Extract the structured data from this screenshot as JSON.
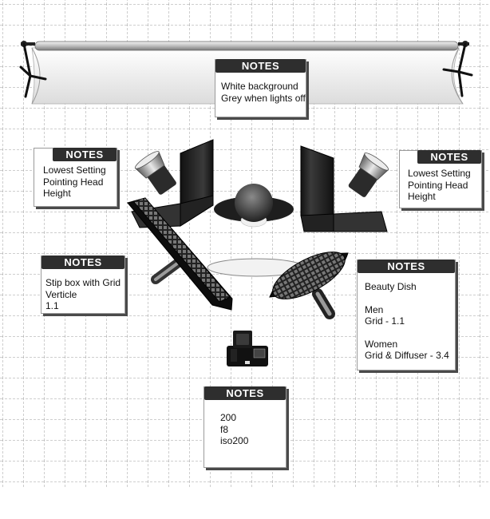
{
  "notes": {
    "background": {
      "header": "NOTES",
      "lines": [
        "White background",
        "Grey when lights off"
      ]
    },
    "left_light": {
      "header": "NOTES",
      "lines": [
        "Lowest Setting",
        "Pointing Head",
        "Height"
      ]
    },
    "right_light": {
      "header": "NOTES",
      "lines": [
        "Lowest Setting",
        "Pointing Head",
        "Height"
      ]
    },
    "strip_box": {
      "header": "NOTES",
      "lines": [
        "Stip box with Grid",
        "Verticle",
        "1.1"
      ]
    },
    "beauty_dish": {
      "header": "NOTES",
      "lines": [
        "Beauty Dish",
        "",
        "Men",
        "Grid - 1.1",
        "",
        "Women",
        "Grid & Diffuser - 3.4"
      ]
    },
    "camera": {
      "header": "NOTES",
      "lines": [
        "200",
        "f8",
        "iso200"
      ]
    }
  }
}
